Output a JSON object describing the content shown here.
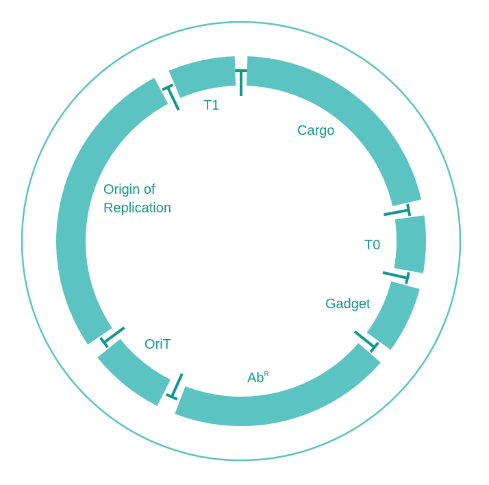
{
  "diagram": {
    "type": "plasmid-map",
    "colors": {
      "segment": "#5bc3c1",
      "connector": "#12978c",
      "text": "#12978c",
      "outer_ring": "#5bc3c1"
    },
    "segments": [
      {
        "label": "Cargo"
      },
      {
        "label": "T0"
      },
      {
        "label": "Gadget"
      },
      {
        "label": "Ab",
        "superscript": "R"
      },
      {
        "label": "OriT"
      },
      {
        "label": "Origin of",
        "label_line2": "Replication"
      },
      {
        "label": "T1"
      }
    ]
  }
}
